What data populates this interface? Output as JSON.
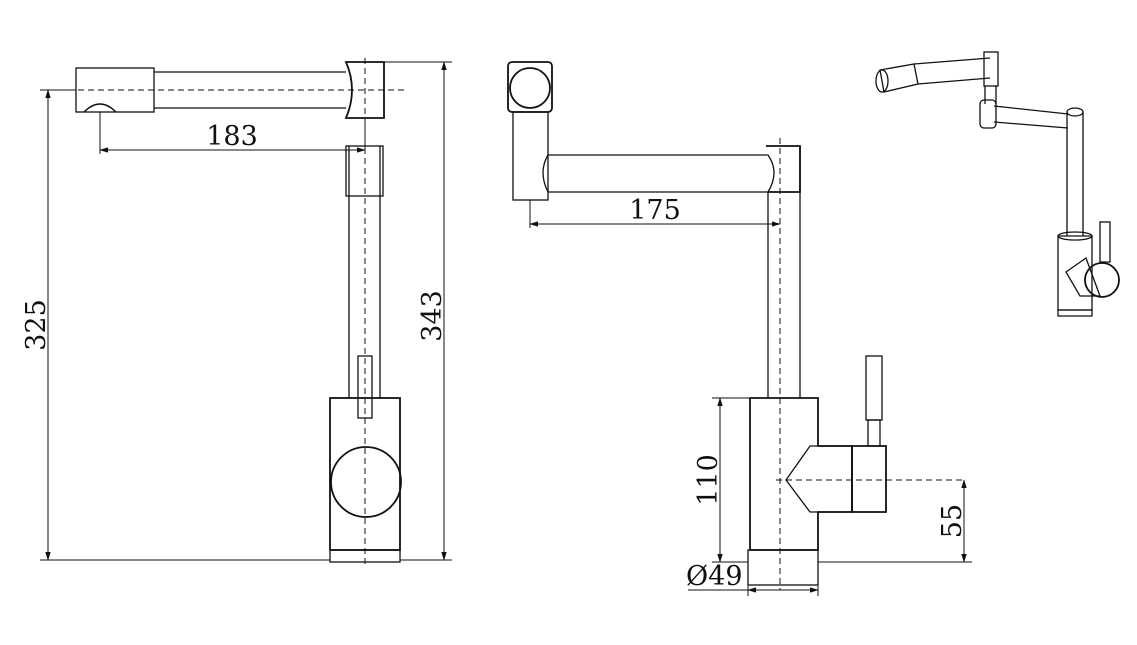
{
  "views": {
    "front": {
      "dim_spout_reach": "183",
      "dim_height_to_outlet": "325",
      "dim_total_height": "343"
    },
    "side": {
      "dim_spout_reach": "175",
      "dim_body_height": "110",
      "dim_handle_height": "55",
      "dim_base_diameter": "Ø49"
    },
    "perspective": {}
  },
  "colors": {
    "line": "#111111",
    "background": "#ffffff"
  }
}
